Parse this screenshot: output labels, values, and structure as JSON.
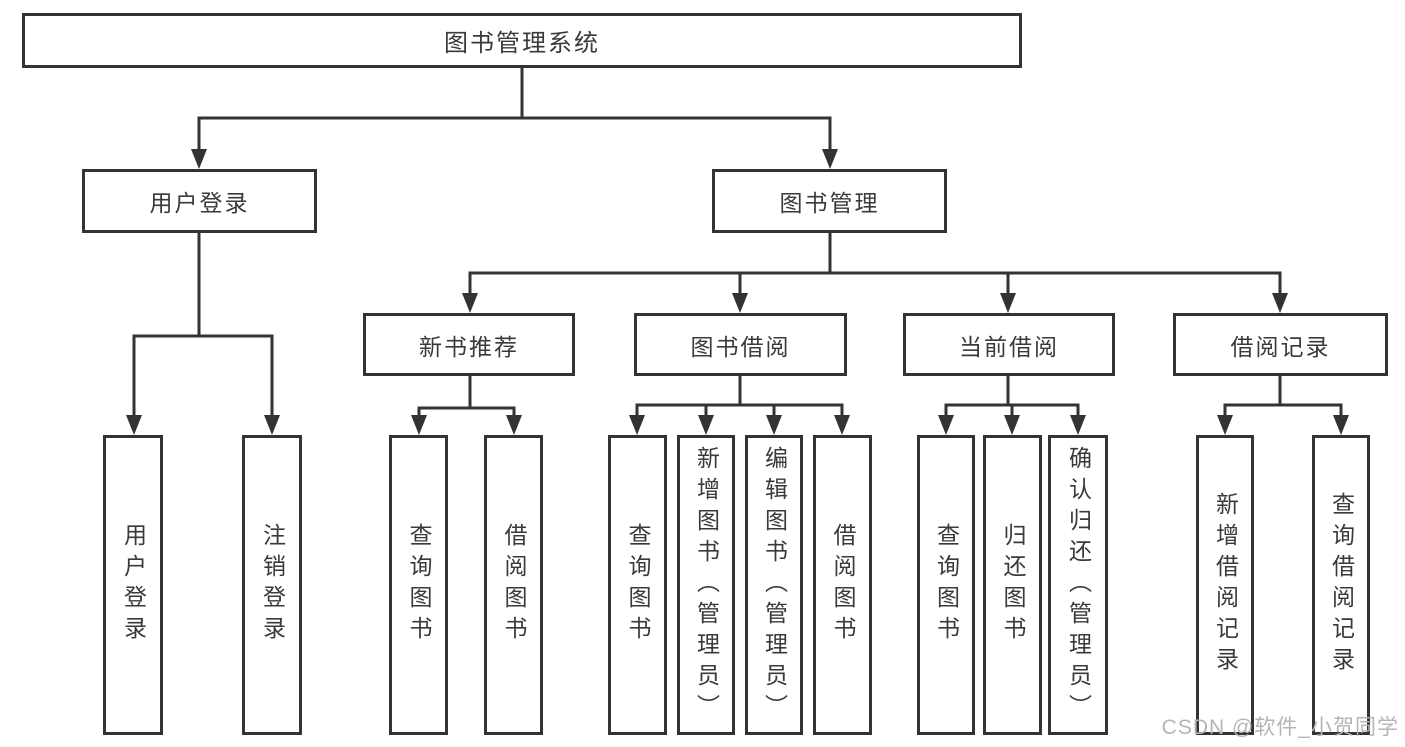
{
  "tree": {
    "label": "图书管理系统",
    "children": [
      {
        "label": "用户登录",
        "children": [
          {
            "label": "用户登录"
          },
          {
            "label": "注销登录"
          }
        ]
      },
      {
        "label": "图书管理",
        "children": [
          {
            "label": "新书推荐",
            "children": [
              {
                "label": "查询图书"
              },
              {
                "label": "借阅图书"
              }
            ]
          },
          {
            "label": "图书借阅",
            "children": [
              {
                "label": "查询图书"
              },
              {
                "label": "新增图书（管理员）"
              },
              {
                "label": "编辑图书（管理员）"
              },
              {
                "label": "借阅图书"
              }
            ]
          },
          {
            "label": "当前借阅",
            "children": [
              {
                "label": "查询图书"
              },
              {
                "label": "归还图书"
              },
              {
                "label": "确认归还（管理员）"
              }
            ]
          },
          {
            "label": "借阅记录",
            "children": [
              {
                "label": "新增借阅记录"
              },
              {
                "label": "查询借阅记录"
              }
            ]
          }
        ]
      }
    ]
  },
  "watermark": "CSDN @软件_小贺同学",
  "colors": {
    "line": "#333333",
    "text": "#3a3a3a",
    "watermark": "#b5b5b5",
    "background": "#ffffff"
  }
}
